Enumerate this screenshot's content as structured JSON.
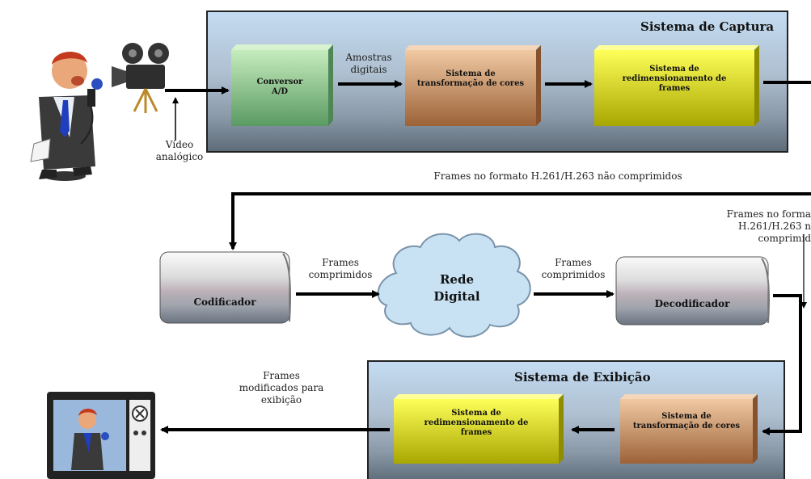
{
  "panels": {
    "capture": {
      "title": "Sistema de Captura"
    },
    "display": {
      "title": "Sistema de Exibição"
    }
  },
  "boxes": {
    "converter": "Conversor\nA/D",
    "color_transform_top": "Sistema de\ntransformação de cores",
    "resize_top": "Sistema de\nredimensionamento de\nframes",
    "encoder": "Codificador",
    "network": "Rede\nDigital",
    "decoder": "Decodificador",
    "resize_bottom": "Sistema de\nredimensionamento de\nframes",
    "color_transform_bottom": "Sistema de\ntransformação de cores"
  },
  "labels": {
    "analog_video": "Vídeo\nanalógico",
    "digital_samples": "Amostras\ndigitais",
    "uncompressed_frames": "Frames no formato H.261/H.263 não comprimidos",
    "uncompressed_frames_right": "Frames no forma\nH.261/H.263 n\ncomprimid",
    "compressed_frames_left": "Frames\ncomprimidos",
    "compressed_frames_right": "Frames\ncomprimidos",
    "display_frames": "Frames\nmodificados para\nexibição"
  },
  "colors": {
    "panel_top": "#bcd4ec",
    "panel_bottom": "#5a6a7a",
    "green_box": "#9fd49a",
    "tan_box": "#d9a77f",
    "yellow_box": "#f4f200",
    "cloud": "#c8e2f4",
    "arrow": "#000000"
  }
}
